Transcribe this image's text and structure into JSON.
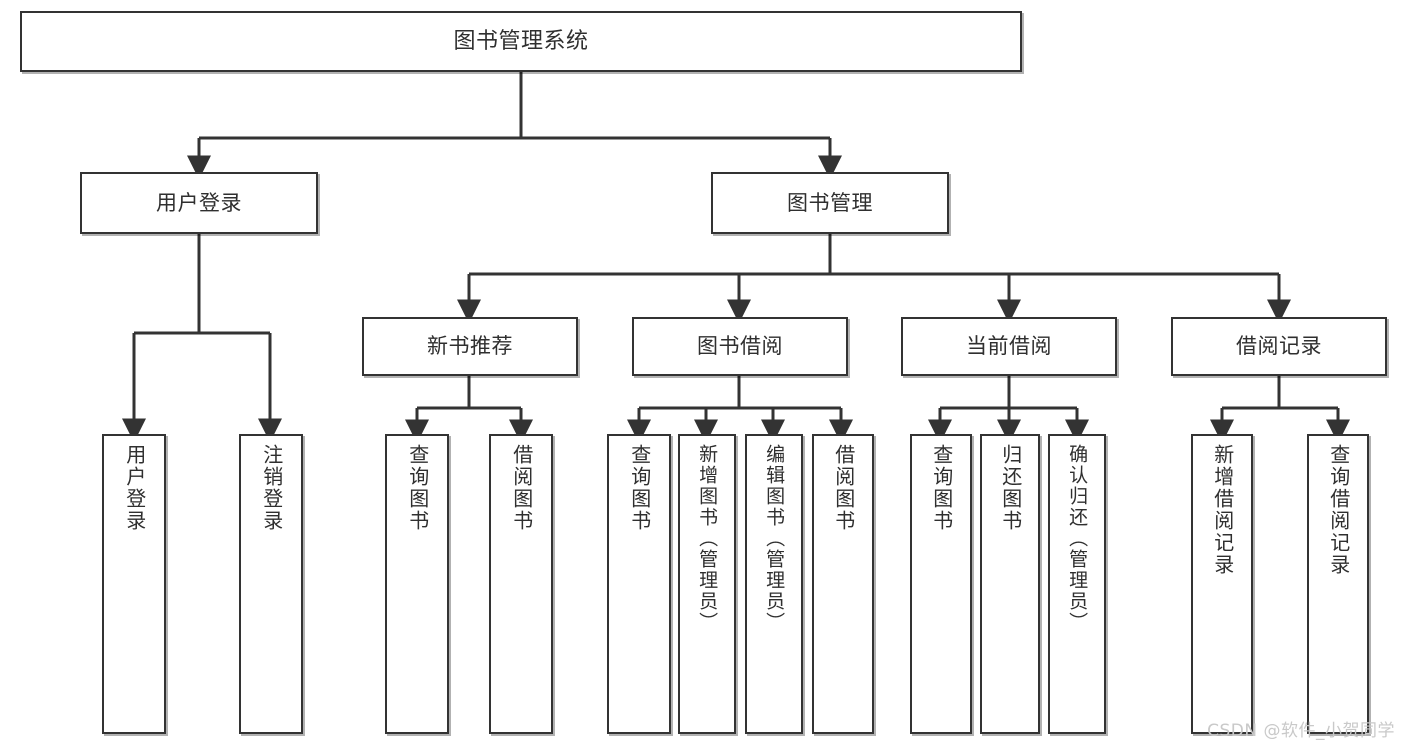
{
  "diagram": {
    "title": "图书管理系统",
    "type": "tree-hierarchy-chart",
    "watermark": "CSDN @软件_小贺同学",
    "colors": {
      "node_border": "#333333",
      "node_fill": "#ffffff",
      "edge": "#333333",
      "background": "#ffffff",
      "watermark": "#c9c9c9"
    }
  },
  "nodes": {
    "root": {
      "label": "图书管理系统"
    },
    "level2": [
      {
        "id": "user-login",
        "label": "用户登录"
      },
      {
        "id": "book-management",
        "label": "图书管理"
      }
    ],
    "level3": [
      {
        "id": "new-book-recommend",
        "label": "新书推荐"
      },
      {
        "id": "book-borrow",
        "label": "图书借阅"
      },
      {
        "id": "current-borrow",
        "label": "当前借阅"
      },
      {
        "id": "borrow-record",
        "label": "借阅记录"
      }
    ],
    "leaves": {
      "user-login": [
        {
          "id": "leaf-user-login",
          "label": "用户登录"
        },
        {
          "id": "leaf-user-logout",
          "label": "注销登录"
        }
      ],
      "new-book-recommend": [
        {
          "id": "leaf-query-book-1",
          "label": "查询图书"
        },
        {
          "id": "leaf-borrow-book-1",
          "label": "借阅图书"
        }
      ],
      "book-borrow": [
        {
          "id": "leaf-query-book-2",
          "label": "查询图书"
        },
        {
          "id": "leaf-add-book",
          "label": "新增图书（管理员）"
        },
        {
          "id": "leaf-edit-book",
          "label": "编辑图书（管理员）"
        },
        {
          "id": "leaf-borrow-book-2",
          "label": "借阅图书"
        }
      ],
      "current-borrow": [
        {
          "id": "leaf-query-book-3",
          "label": "查询图书"
        },
        {
          "id": "leaf-return-book",
          "label": "归还图书"
        },
        {
          "id": "leaf-confirm-return",
          "label": "确认归还（管理员）"
        }
      ],
      "borrow-record": [
        {
          "id": "leaf-add-record",
          "label": "新增借阅记录"
        },
        {
          "id": "leaf-query-record",
          "label": "查询借阅记录"
        }
      ]
    }
  }
}
